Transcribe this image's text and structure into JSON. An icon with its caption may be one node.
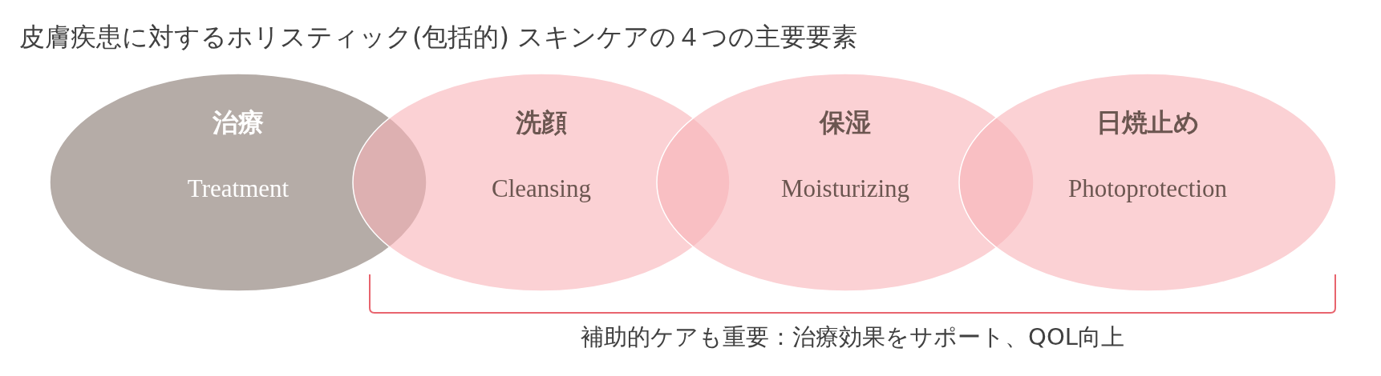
{
  "diagram": {
    "title": "皮膚疾患に対するホリスティック(包括的) スキンケアの４つの主要要素",
    "nodes": [
      {
        "text": [
          "治療",
          "Treatment"
        ]
      },
      {
        "text": [
          "洗顔",
          "Cleansing"
        ]
      },
      {
        "text": [
          "保湿",
          "Moisturizing"
        ]
      },
      {
        "text": [
          "日焼止め",
          "Photoprotection"
        ]
      }
    ],
    "labels": [
      "補助的ケアも重要：治療効果をサポート、QOL向上"
    ]
  }
}
